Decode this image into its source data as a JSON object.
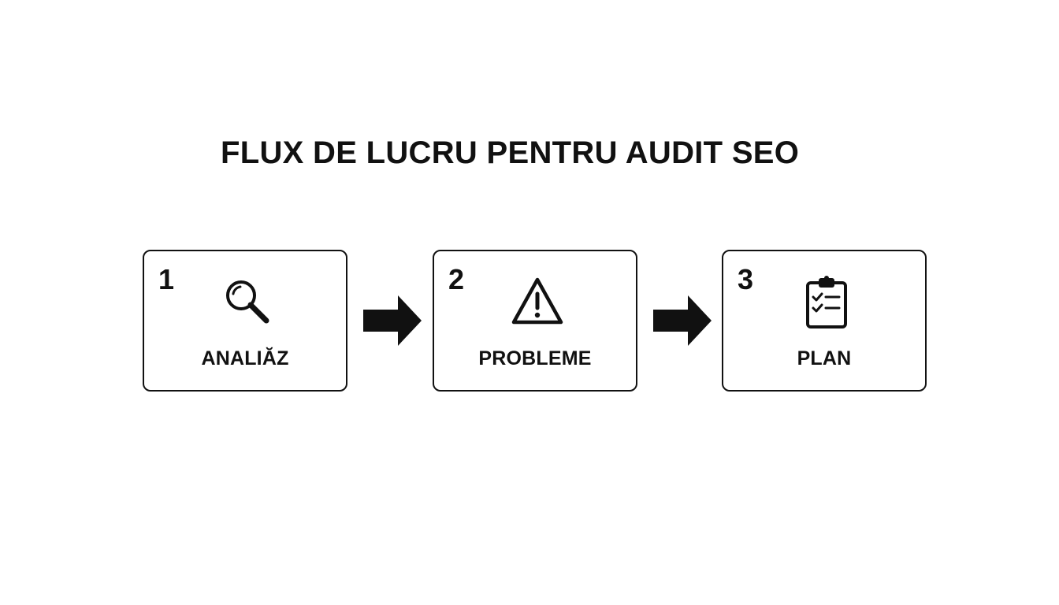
{
  "title": "FLUX DE LUCRU PENTRU AUDIT SEO",
  "steps": [
    {
      "number": "1",
      "label": "ANALIĂZ",
      "icon": "magnifying-glass-icon"
    },
    {
      "number": "2",
      "label": "PROBLEME",
      "icon": "warning-triangle-icon"
    },
    {
      "number": "3",
      "label": "PLAN",
      "icon": "clipboard-checklist-icon"
    }
  ],
  "colors": {
    "stroke": "#111111",
    "background": "#ffffff"
  }
}
